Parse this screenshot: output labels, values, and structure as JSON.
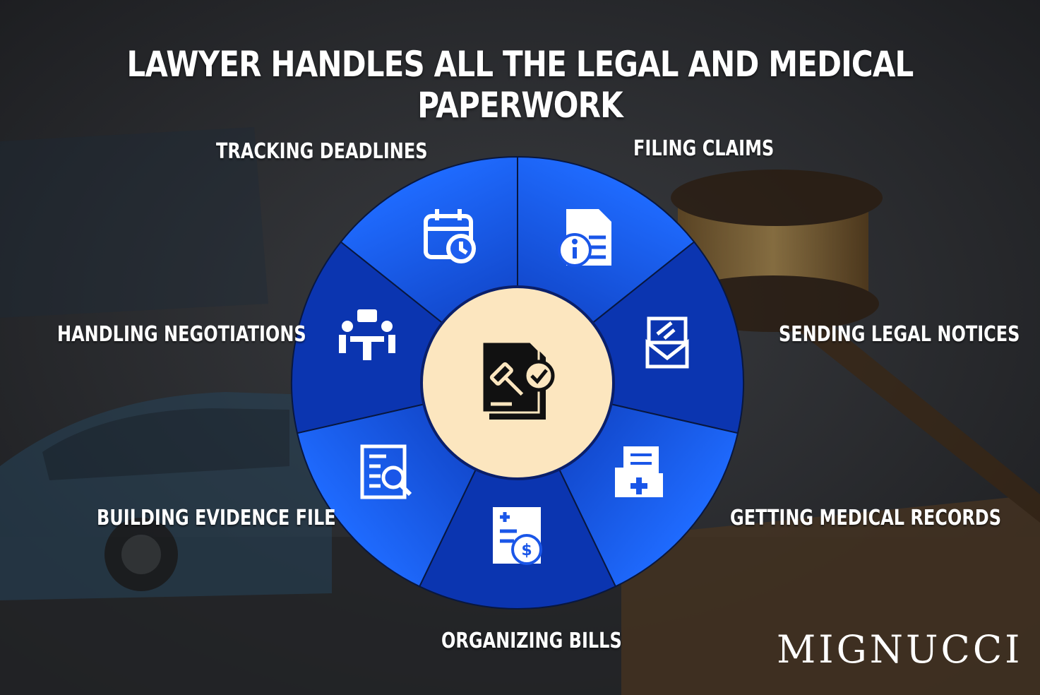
{
  "title": "LAWYER HANDLES ALL THE LEGAL AND MEDICAL PAPERWORK",
  "brand": "MIGNUCCI",
  "colors": {
    "wheel_light": "#1f6bff",
    "wheel_dark": "#0b35b0",
    "center_fill": "#fce6bf",
    "text": "#ffffff",
    "background": "#2a2b2e"
  },
  "center_icon": "legal-document-gavel-check-icon",
  "segments": [
    {
      "label": "FILING CLAIMS",
      "icon": "document-info-icon"
    },
    {
      "label": "SENDING LEGAL NOTICES",
      "icon": "envelope-gavel-icon"
    },
    {
      "label": "GETTING MEDICAL RECORDS",
      "icon": "medical-folder-icon"
    },
    {
      "label": "ORGANIZING BILLS",
      "icon": "bill-dollar-icon"
    },
    {
      "label": "BUILDING EVIDENCE FILE",
      "icon": "document-search-icon"
    },
    {
      "label": "HANDLING NEGOTIATIONS",
      "icon": "meeting-table-icon"
    },
    {
      "label": "TRACKING DEADLINES",
      "icon": "calendar-clock-icon"
    }
  ]
}
